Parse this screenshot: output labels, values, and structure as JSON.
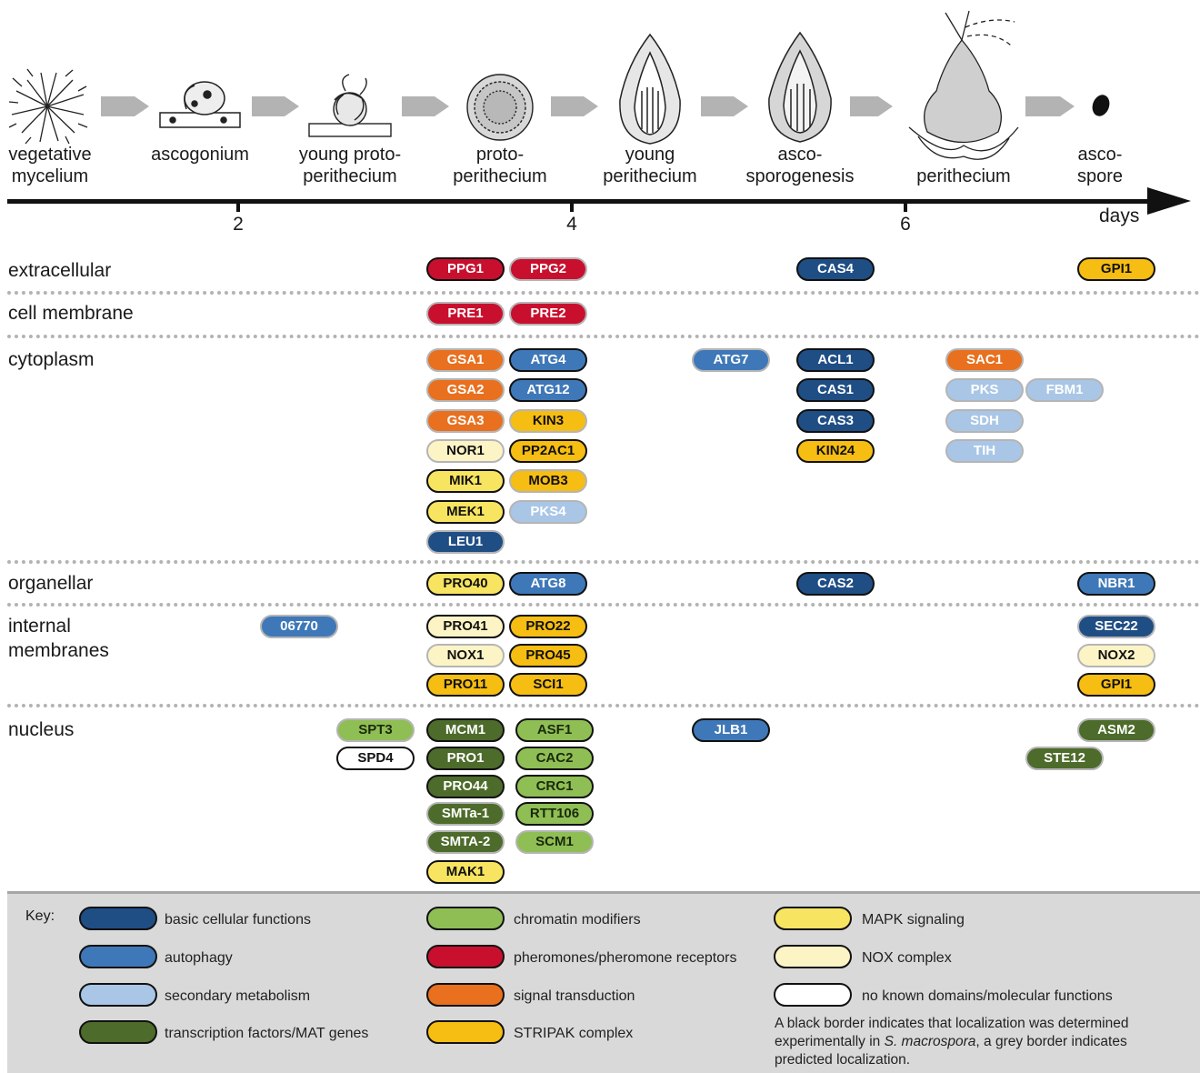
{
  "stages": [
    {
      "id": "vegetative-mycelium",
      "label": "vegetative\nmycelium"
    },
    {
      "id": "ascogonium",
      "label": "ascogonium"
    },
    {
      "id": "young-protoperithecium",
      "label": "young proto-\nperithecium"
    },
    {
      "id": "protoperithecium",
      "label": "proto-\nperithecium"
    },
    {
      "id": "young-perithecium",
      "label": "young\nperithecium"
    },
    {
      "id": "ascosporogenesis",
      "label": "asco-\nsporogenesis"
    },
    {
      "id": "perithecium",
      "label": "perithecium"
    },
    {
      "id": "ascospore",
      "label": "asco-\nspore"
    }
  ],
  "timeline": {
    "ticks": [
      "2",
      "4",
      "6"
    ],
    "unit_label": "days"
  },
  "compartments": [
    {
      "id": "extracellular",
      "label": "extracellular"
    },
    {
      "id": "cell-membrane",
      "label": "cell membrane"
    },
    {
      "id": "cytoplasm",
      "label": "cytoplasm"
    },
    {
      "id": "organellar",
      "label": "organellar"
    },
    {
      "id": "internal-membranes",
      "label": "internal\nmembranes"
    },
    {
      "id": "nucleus",
      "label": "nucleus"
    }
  ],
  "colors": {
    "basic": "#1f4e85",
    "autophagy": "#3f78b8",
    "secondary": "#a9c6e6",
    "tf": "#4d6b2a",
    "chromatin": "#8fbe55",
    "pheromone": "#c8102e",
    "signal": "#e8701f",
    "stripak": "#f6bd12",
    "mapk": "#f7e461",
    "nox": "#fdf4c6",
    "unknown": "#ffffff",
    "grey_border": "#b5b5b5",
    "black_border": "#111111"
  },
  "genes": [
    {
      "name": "PPG1",
      "cat": "pheromone",
      "border": "black"
    },
    {
      "name": "PPG2",
      "cat": "pheromone",
      "border": "grey"
    },
    {
      "name": "CAS4",
      "cat": "basic",
      "border": "black"
    },
    {
      "name": "GPI1",
      "cat": "stripak",
      "border": "black"
    },
    {
      "name": "PRE1",
      "cat": "pheromone",
      "border": "grey"
    },
    {
      "name": "PRE2",
      "cat": "pheromone",
      "border": "grey"
    },
    {
      "name": "GSA1",
      "cat": "signal",
      "border": "grey"
    },
    {
      "name": "ATG4",
      "cat": "autophagy",
      "border": "black"
    },
    {
      "name": "ATG7",
      "cat": "autophagy",
      "border": "grey"
    },
    {
      "name": "ACL1",
      "cat": "basic",
      "border": "black"
    },
    {
      "name": "SAC1",
      "cat": "signal",
      "border": "grey"
    },
    {
      "name": "GSA2",
      "cat": "signal",
      "border": "grey"
    },
    {
      "name": "ATG12",
      "cat": "autophagy",
      "border": "black"
    },
    {
      "name": "CAS1",
      "cat": "basic",
      "border": "black"
    },
    {
      "name": "PKS",
      "cat": "secondary",
      "border": "grey"
    },
    {
      "name": "FBM1",
      "cat": "secondary",
      "border": "grey"
    },
    {
      "name": "GSA3",
      "cat": "signal",
      "border": "grey"
    },
    {
      "name": "KIN3",
      "cat": "stripak",
      "border": "grey"
    },
    {
      "name": "CAS3",
      "cat": "basic",
      "border": "black"
    },
    {
      "name": "SDH",
      "cat": "secondary",
      "border": "grey"
    },
    {
      "name": "NOR1",
      "cat": "nox",
      "border": "grey"
    },
    {
      "name": "PP2AC1",
      "cat": "stripak",
      "border": "black"
    },
    {
      "name": "KIN24",
      "cat": "stripak",
      "border": "black"
    },
    {
      "name": "TIH",
      "cat": "secondary",
      "border": "grey"
    },
    {
      "name": "MIK1",
      "cat": "mapk",
      "border": "black"
    },
    {
      "name": "MOB3",
      "cat": "stripak",
      "border": "grey"
    },
    {
      "name": "MEK1",
      "cat": "mapk",
      "border": "black"
    },
    {
      "name": "PKS4",
      "cat": "secondary",
      "border": "grey"
    },
    {
      "name": "LEU1",
      "cat": "basic",
      "border": "grey"
    },
    {
      "name": "PRO40",
      "cat": "mapk",
      "border": "black"
    },
    {
      "name": "ATG8",
      "cat": "autophagy",
      "border": "black"
    },
    {
      "name": "CAS2",
      "cat": "basic",
      "border": "black"
    },
    {
      "name": "NBR1",
      "cat": "autophagy",
      "border": "black"
    },
    {
      "name": "06770",
      "cat": "autophagy",
      "border": "grey"
    },
    {
      "name": "PRO41",
      "cat": "nox",
      "border": "black"
    },
    {
      "name": "PRO22",
      "cat": "stripak",
      "border": "black"
    },
    {
      "name": "SEC22",
      "cat": "basic",
      "border": "grey"
    },
    {
      "name": "NOX1",
      "cat": "nox",
      "border": "grey"
    },
    {
      "name": "PRO45",
      "cat": "stripak",
      "border": "black"
    },
    {
      "name": "NOX2",
      "cat": "nox",
      "border": "grey"
    },
    {
      "name": "PRO11",
      "cat": "stripak",
      "border": "black"
    },
    {
      "name": "SCI1",
      "cat": "stripak",
      "border": "black"
    },
    {
      "name": "GPI1",
      "cat": "stripak",
      "border": "black"
    },
    {
      "name": "SPT3",
      "cat": "chromatin",
      "border": "grey"
    },
    {
      "name": "MCM1",
      "cat": "tf",
      "border": "black"
    },
    {
      "name": "ASF1",
      "cat": "chromatin",
      "border": "black"
    },
    {
      "name": "JLB1",
      "cat": "autophagy",
      "border": "black"
    },
    {
      "name": "ASM2",
      "cat": "tf",
      "border": "grey"
    },
    {
      "name": "SPD4",
      "cat": "unknown",
      "border": "black"
    },
    {
      "name": "PRO1",
      "cat": "tf",
      "border": "black"
    },
    {
      "name": "CAC2",
      "cat": "chromatin",
      "border": "black"
    },
    {
      "name": "STE12",
      "cat": "tf",
      "border": "grey"
    },
    {
      "name": "PRO44",
      "cat": "tf",
      "border": "black"
    },
    {
      "name": "CRC1",
      "cat": "chromatin",
      "border": "black"
    },
    {
      "name": "SMTa-1",
      "cat": "tf",
      "border": "grey"
    },
    {
      "name": "RTT106",
      "cat": "chromatin",
      "border": "black"
    },
    {
      "name": "SMTA-2",
      "cat": "tf",
      "border": "grey"
    },
    {
      "name": "SCM1",
      "cat": "chromatin",
      "border": "grey"
    },
    {
      "name": "MAK1",
      "cat": "mapk",
      "border": "black"
    }
  ],
  "key": {
    "title": "Key:",
    "items": [
      {
        "cat": "basic",
        "label": "basic cellular functions"
      },
      {
        "cat": "autophagy",
        "label": "autophagy"
      },
      {
        "cat": "secondary",
        "label": "secondary metabolism"
      },
      {
        "cat": "tf",
        "label": "transcription factors/MAT genes"
      },
      {
        "cat": "chromatin",
        "label": "chromatin modifiers"
      },
      {
        "cat": "pheromone",
        "label": "pheromones/pheromone receptors"
      },
      {
        "cat": "signal",
        "label": "signal transduction"
      },
      {
        "cat": "stripak",
        "label": "STRIPAK complex"
      },
      {
        "cat": "mapk",
        "label": "MAPK signaling"
      },
      {
        "cat": "nox",
        "label": "NOX complex"
      },
      {
        "cat": "unknown",
        "label": "no known domains/molecular functions"
      }
    ],
    "note_prefix": "A black border indicates that localization was determined experimentally in ",
    "note_species": "S. macrospora",
    "note_suffix": ", a grey border indicates predicted localization."
  }
}
